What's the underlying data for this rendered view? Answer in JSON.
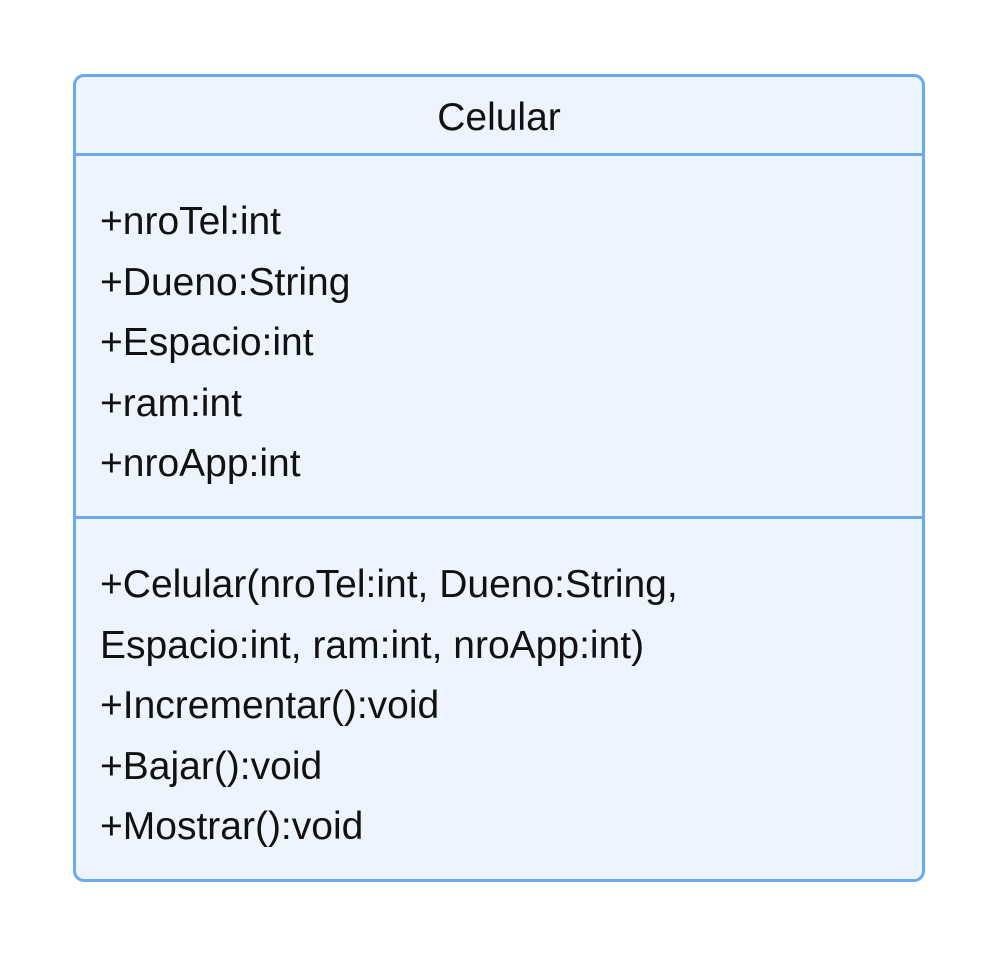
{
  "class": {
    "name": "Celular",
    "attributes": [
      "+nroTel:int",
      "+Dueno:String",
      "+Espacio:int",
      "+ram:int",
      "+nroApp:int"
    ],
    "methods": [
      "+Celular(nroTel:int, Dueno:String,",
      "Espacio:int, ram:int, nroApp:int)",
      "+Incrementar():void",
      "+Bajar():void",
      "+Mostrar():void"
    ]
  },
  "colors": {
    "border": "#6aaaf0",
    "fill": "#edf4fd",
    "text": "#111111"
  }
}
